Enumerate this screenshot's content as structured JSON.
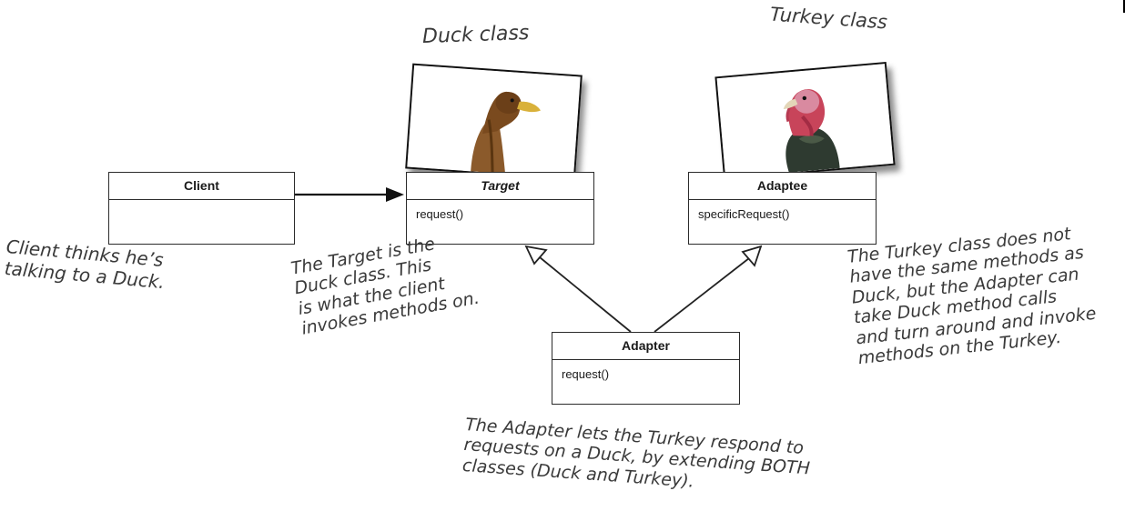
{
  "captions": {
    "duck_class": "Duck class",
    "turkey_class": "Turkey class"
  },
  "classes": {
    "client": {
      "name": "Client",
      "operation": ""
    },
    "target": {
      "name": "Target",
      "operation": "request()"
    },
    "adaptee": {
      "name": "Adaptee",
      "operation": "specificRequest()"
    },
    "adapter": {
      "name": "Adapter",
      "operation": "request()"
    }
  },
  "notes": {
    "client": [
      "Client thinks he’s",
      "talking to a Duck."
    ],
    "target": [
      "The Target is the",
      "Duck class. This",
      "is what the client",
      "invokes methods on."
    ],
    "turkey": [
      "The Turkey class does not",
      "have the same methods as",
      "Duck, but the Adapter can",
      "take Duck method calls",
      "and turn around and invoke",
      "methods on the Turkey."
    ],
    "adapter": [
      "The Adapter lets the Turkey respond to",
      "requests on a Duck, by extending BOTH",
      "classes (Duck and Turkey)."
    ]
  },
  "icons": {
    "duck_photo": "duck-image",
    "turkey_photo": "turkey-image"
  },
  "colors": {
    "line": "#2b2b2b",
    "handwriting": "#3a3a3a"
  }
}
